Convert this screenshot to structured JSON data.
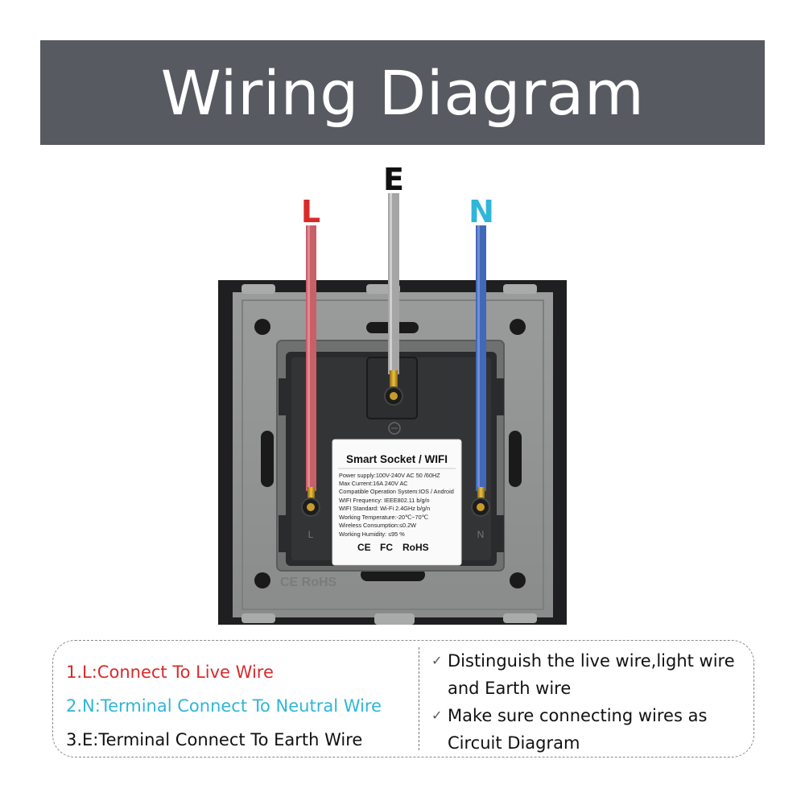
{
  "header": {
    "title": "Wiring Diagram"
  },
  "wires": {
    "live": {
      "label": "L",
      "color": "#d92a2a",
      "wire_color": "#c8606a"
    },
    "earth": {
      "label": "E",
      "color": "#111111",
      "wire_color": "#a5a5a5"
    },
    "neutral": {
      "label": "N",
      "color": "#2fb6d8",
      "wire_color": "#4468b8"
    }
  },
  "device": {
    "plate_marks": "CE RoHS",
    "terminal_live": "L",
    "terminal_neutral": "N",
    "label": {
      "title": "Smart Socket / WIFI",
      "specs": [
        "Power supply:100V-240V AC  50 /60HZ",
        "Max Current:16A  240V AC",
        "Compatible Operation System:IOS / Android",
        "WIFI Frequency: IEEE802.11 b/g/n",
        "WIFI Standard: Wi-Fi 2.4GHz b/g/n",
        "Working Temperature:-20℃~70℃",
        "Wireless Consumption:≤0.2W",
        "Working Humidity: ≤95 %"
      ],
      "certifications": [
        "CE",
        "FC",
        "RoHS"
      ]
    }
  },
  "notes": {
    "left": [
      {
        "text": "1.L:Connect To Live Wire",
        "color": "#d92a2a"
      },
      {
        "text": "2.N:Terminal Connect To Neutral Wire",
        "color": "#2fb6d8"
      },
      {
        "text": "3.E:Terminal Connect To Earth Wire",
        "color": "#111111"
      }
    ],
    "right": [
      {
        "line1": "Distinguish the live wire,light wire",
        "line2": "and Earth wire"
      },
      {
        "line1": "Make sure connecting wires as",
        "line2": "Circuit Diagram"
      }
    ],
    "check_icon": "✓"
  }
}
